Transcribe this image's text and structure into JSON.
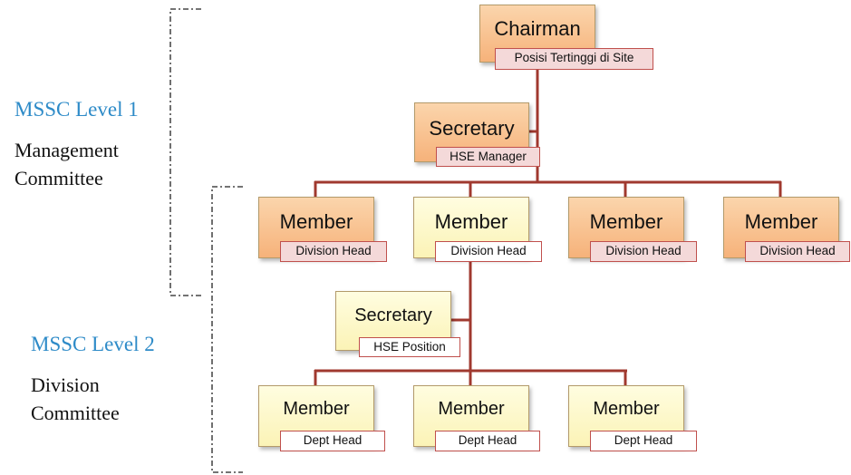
{
  "levels": [
    {
      "title": "MSSC Level 1",
      "subtitle_lines": [
        "Management",
        "Committee"
      ]
    },
    {
      "title": "MSSC Level 2",
      "subtitle_lines": [
        "Division",
        "Committee"
      ]
    }
  ],
  "nodes": [
    {
      "id": "chairman",
      "role": "Chairman",
      "position": "Posisi Tertinggi di Site",
      "fill": "orange"
    },
    {
      "id": "secretary-1",
      "role": "Secretary",
      "position": "HSE Manager",
      "fill": "orange"
    },
    {
      "id": "member-1",
      "role": "Member",
      "position": "Division Head",
      "fill": "orange"
    },
    {
      "id": "member-2",
      "role": "Member",
      "position": "Division Head",
      "fill": "yellow"
    },
    {
      "id": "member-3",
      "role": "Member",
      "position": "Division Head",
      "fill": "orange"
    },
    {
      "id": "member-4",
      "role": "Member",
      "position": "Division Head",
      "fill": "orange"
    },
    {
      "id": "secretary-2",
      "role": "Secretary",
      "position": "HSE Position",
      "fill": "yellow"
    },
    {
      "id": "member-5",
      "role": "Member",
      "position": "Dept Head",
      "fill": "yellow"
    },
    {
      "id": "member-6",
      "role": "Member",
      "position": "Dept Head",
      "fill": "yellow"
    },
    {
      "id": "member-7",
      "role": "Member",
      "position": "Dept Head",
      "fill": "yellow"
    }
  ],
  "edges": [
    [
      "chairman",
      "secretary-1"
    ],
    [
      "chairman",
      "member-1"
    ],
    [
      "chairman",
      "member-2"
    ],
    [
      "chairman",
      "member-3"
    ],
    [
      "chairman",
      "member-4"
    ],
    [
      "member-2",
      "secretary-2"
    ],
    [
      "member-2",
      "member-5"
    ],
    [
      "member-2",
      "member-6"
    ],
    [
      "member-2",
      "member-7"
    ]
  ],
  "colors": {
    "level_title": "#2e8bc8",
    "connector": "#a0392f",
    "bracket": "#222222",
    "orange_fill": "#f8c391",
    "yellow_fill": "#fdf8c8",
    "tag_border": "#c0504d",
    "tag_pink": "#f4d9d9"
  }
}
